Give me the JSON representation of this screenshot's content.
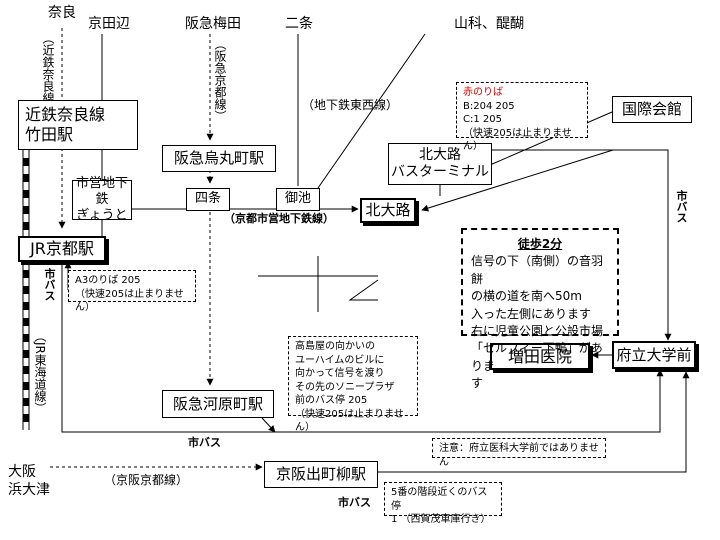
{
  "places": {
    "nara": "奈良",
    "kyotanabe": "京田辺",
    "hankyu_umeda": "阪急梅田",
    "nijo": "二条",
    "yamashina": "山科、醍醐",
    "osaka": "大阪",
    "hamaotsu": "浜大津"
  },
  "boxes": {
    "kintetsu_line1": "近鉄奈良線",
    "kintetsu_line2": "竹田駅",
    "hankyu_karasuma": "阪急烏丸町駅",
    "kitaoji_bt1": "北大路",
    "kitaoji_bt2": "バスターミナル",
    "kokusai": "国際会館",
    "subway_kyoto1": "市営地下鉄",
    "subway_kyoto2": "ぎょうと",
    "shijo": "四条",
    "oike": "御池",
    "kitaoji": "北大路",
    "jr_kyoto": "JR京都駅",
    "masuda": "増田医院",
    "furitsu": "府立大学前",
    "hankyu_kawaramachi": "阪急河原町駅",
    "keihan_demachi": "京阪出町柳駅"
  },
  "vertical_labels": {
    "kintetsu_nara": "（近鉄奈良線）",
    "hankyu_kyoto": "（阪急京都線）",
    "jr_tokaido": "（JR東海道線）",
    "city_bus_left": "市バス",
    "city_bus_right": "市バス"
  },
  "line_labels": {
    "tozai": "（地下鉄東西線）",
    "karasuma": "（京都市営地下鉄線）",
    "keihan": "（京阪京都線）",
    "city_bus_bottom1": "市バス",
    "city_bus_bottom2": "市バス"
  },
  "notes": {
    "red_title": "赤のりば",
    "red_line1": "B:204  205",
    "red_line2": "C:1  205",
    "red_line3": "（快速205は止まりません）",
    "a3_line1": "A3のりば  205",
    "a3_line2": "（快速205は止まりません）",
    "takashimaya_line1": "高島屋の向かいの",
    "takashimaya_line2": "ユーハイムのビルに",
    "takashimaya_line3": "向かって信号を渡り",
    "takashimaya_line4": "その先のソニープラザ",
    "takashimaya_line5": "前のバス停  205",
    "takashimaya_line6": "（快速205は止まりません）",
    "caution": "注意：府立医科大学前ではありません",
    "demachi_line1": "5番の階段近くのバス停",
    "demachi_line2": "1  （西賀茂車庫行き）"
  },
  "walk": {
    "title": "徒歩2分",
    "line1": "信号の下（南側）の音羽餅",
    "line2": "の横の道を南へ50m",
    "line3": "入った左側にあります",
    "line4": "右に児童公園と公設市場",
    "line5": "「セルフィー下鴨」がありま",
    "line6": "す"
  }
}
